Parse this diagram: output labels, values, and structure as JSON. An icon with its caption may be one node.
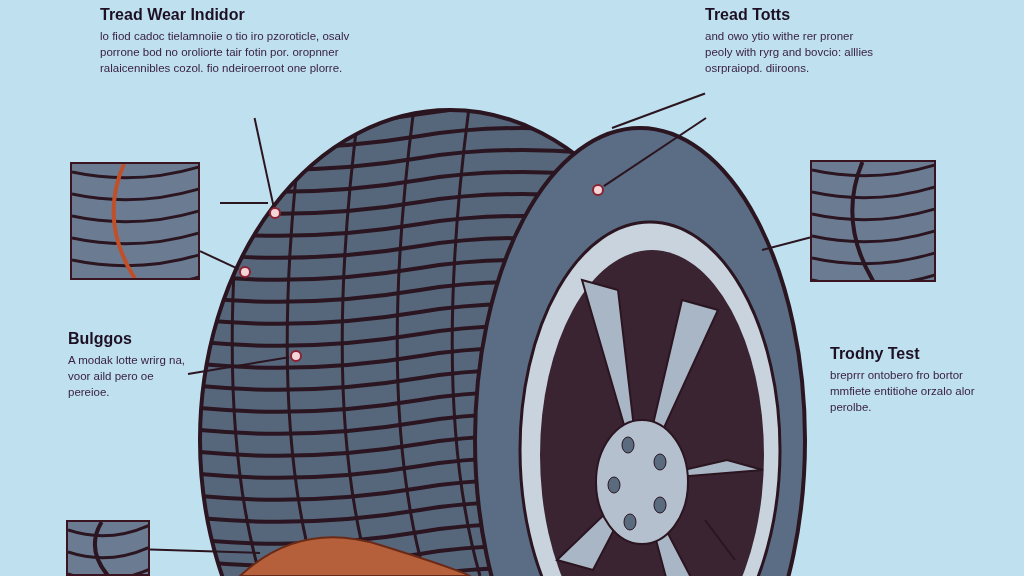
{
  "diagram": {
    "nodes": [
      {
        "text": [
          "Tread Wear Indidor",
          "lo fiod cadoc tielamnoiie o tio iro pzoroticle, osalv porrone bod no oroliorte tair fotin por. oropnner ralaicennibles cozol. fio ndeiroerroot one plorre."
        ]
      },
      {
        "text": [
          "Tread Totts",
          "and owo ytio withe rer proner peoly with ryrg and bovcio: alllies osrpraiopd. diiroons."
        ]
      },
      {
        "text": [],
        "shape": "circle"
      },
      {
        "text": [],
        "shape": "picture"
      },
      {
        "text": [],
        "shape": "circle"
      },
      {
        "text": [],
        "shape": "picture"
      },
      {
        "text": [],
        "shape": "circle"
      },
      {
        "text": [
          "Bulggos",
          "A modak lotte wrirg na, voor aild pero oe pereioe."
        ]
      },
      {
        "text": [],
        "shape": "circle"
      },
      {
        "text": [
          "Trodny Test",
          "breprrr ontobero fro bortor mmfiete entitiohe orzalo alor perolbe."
        ]
      },
      {
        "text": [],
        "shape": "picture"
      }
    ],
    "edges": [
      {
        "from": 0,
        "to": 4,
        "arrow": "none"
      },
      {
        "from": 3,
        "to": 6,
        "arrow": "none"
      },
      {
        "from": 1,
        "to": null,
        "arrow": "none"
      },
      {
        "from": 1,
        "to": 2,
        "arrow": "none"
      },
      {
        "from": 5,
        "to": null,
        "arrow": "none"
      },
      {
        "from": 7,
        "to": 8,
        "arrow": "none"
      },
      {
        "from": 10,
        "to": null,
        "arrow": "none"
      }
    ]
  }
}
